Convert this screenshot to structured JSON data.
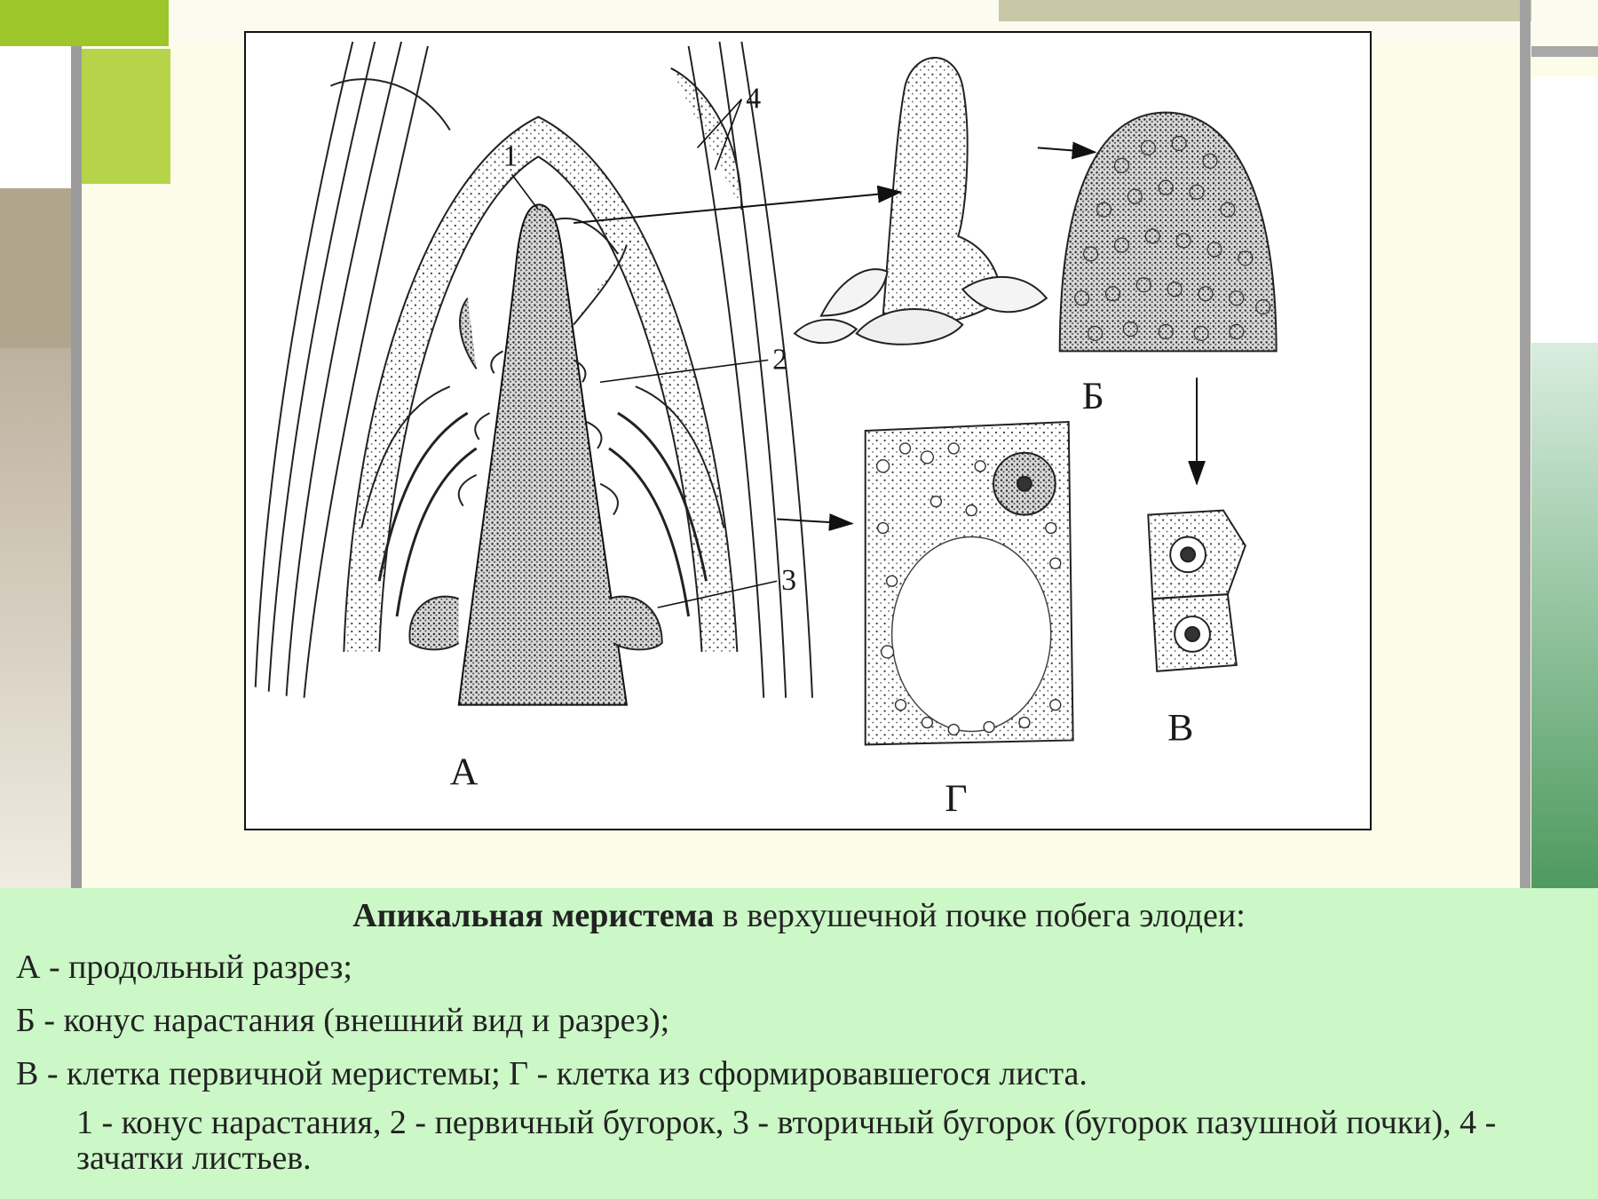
{
  "colors": {
    "caption_bg": "#ccf7c7",
    "accent_green": "#9cc62a",
    "frame": "#111111"
  },
  "figure": {
    "panel_labels": {
      "A": "А",
      "B": "Б",
      "V": "В",
      "G": "Г"
    },
    "callout_numbers": [
      "1",
      "2",
      "3",
      "4"
    ]
  },
  "caption": {
    "title_bold": "Апикальная меристема",
    "title_rest": " в верхушечной почке побега элодеи:",
    "line_a": "А - продольный разрез;",
    "line_b": "Б - конус нарастания (внешний вид и разрез);",
    "line_c": "В - клетка первичной меристемы; Г - клетка из сформировавшегося листа.",
    "legend": "1 - конус нарастания, 2 - первичный бугорок, 3 - вторичный бугорок (бугорок пазушной почки), 4 - зачатки листьев."
  }
}
